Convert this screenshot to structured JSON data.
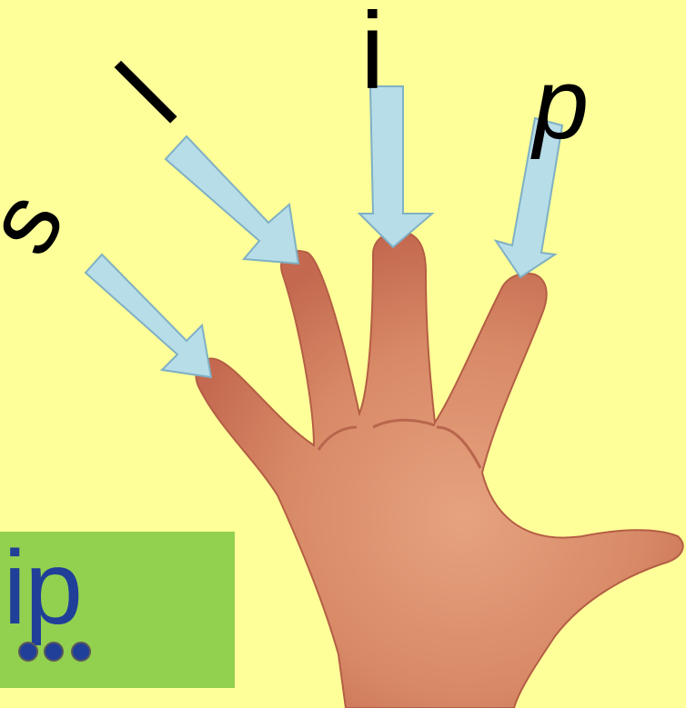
{
  "letters": {
    "s": "s",
    "l": "l",
    "i": "i",
    "p": "p"
  },
  "word": "lip",
  "colors": {
    "background": "#ffff99",
    "arrow_fill": "#b7dde8",
    "arrow_stroke": "#7fb0c4",
    "word_box": "#92d050",
    "word_text": "#1f3f99",
    "skin": "#d9896a"
  },
  "icons": {
    "hand": "open-hand-illustration",
    "arrows": "down-right-arrow"
  }
}
